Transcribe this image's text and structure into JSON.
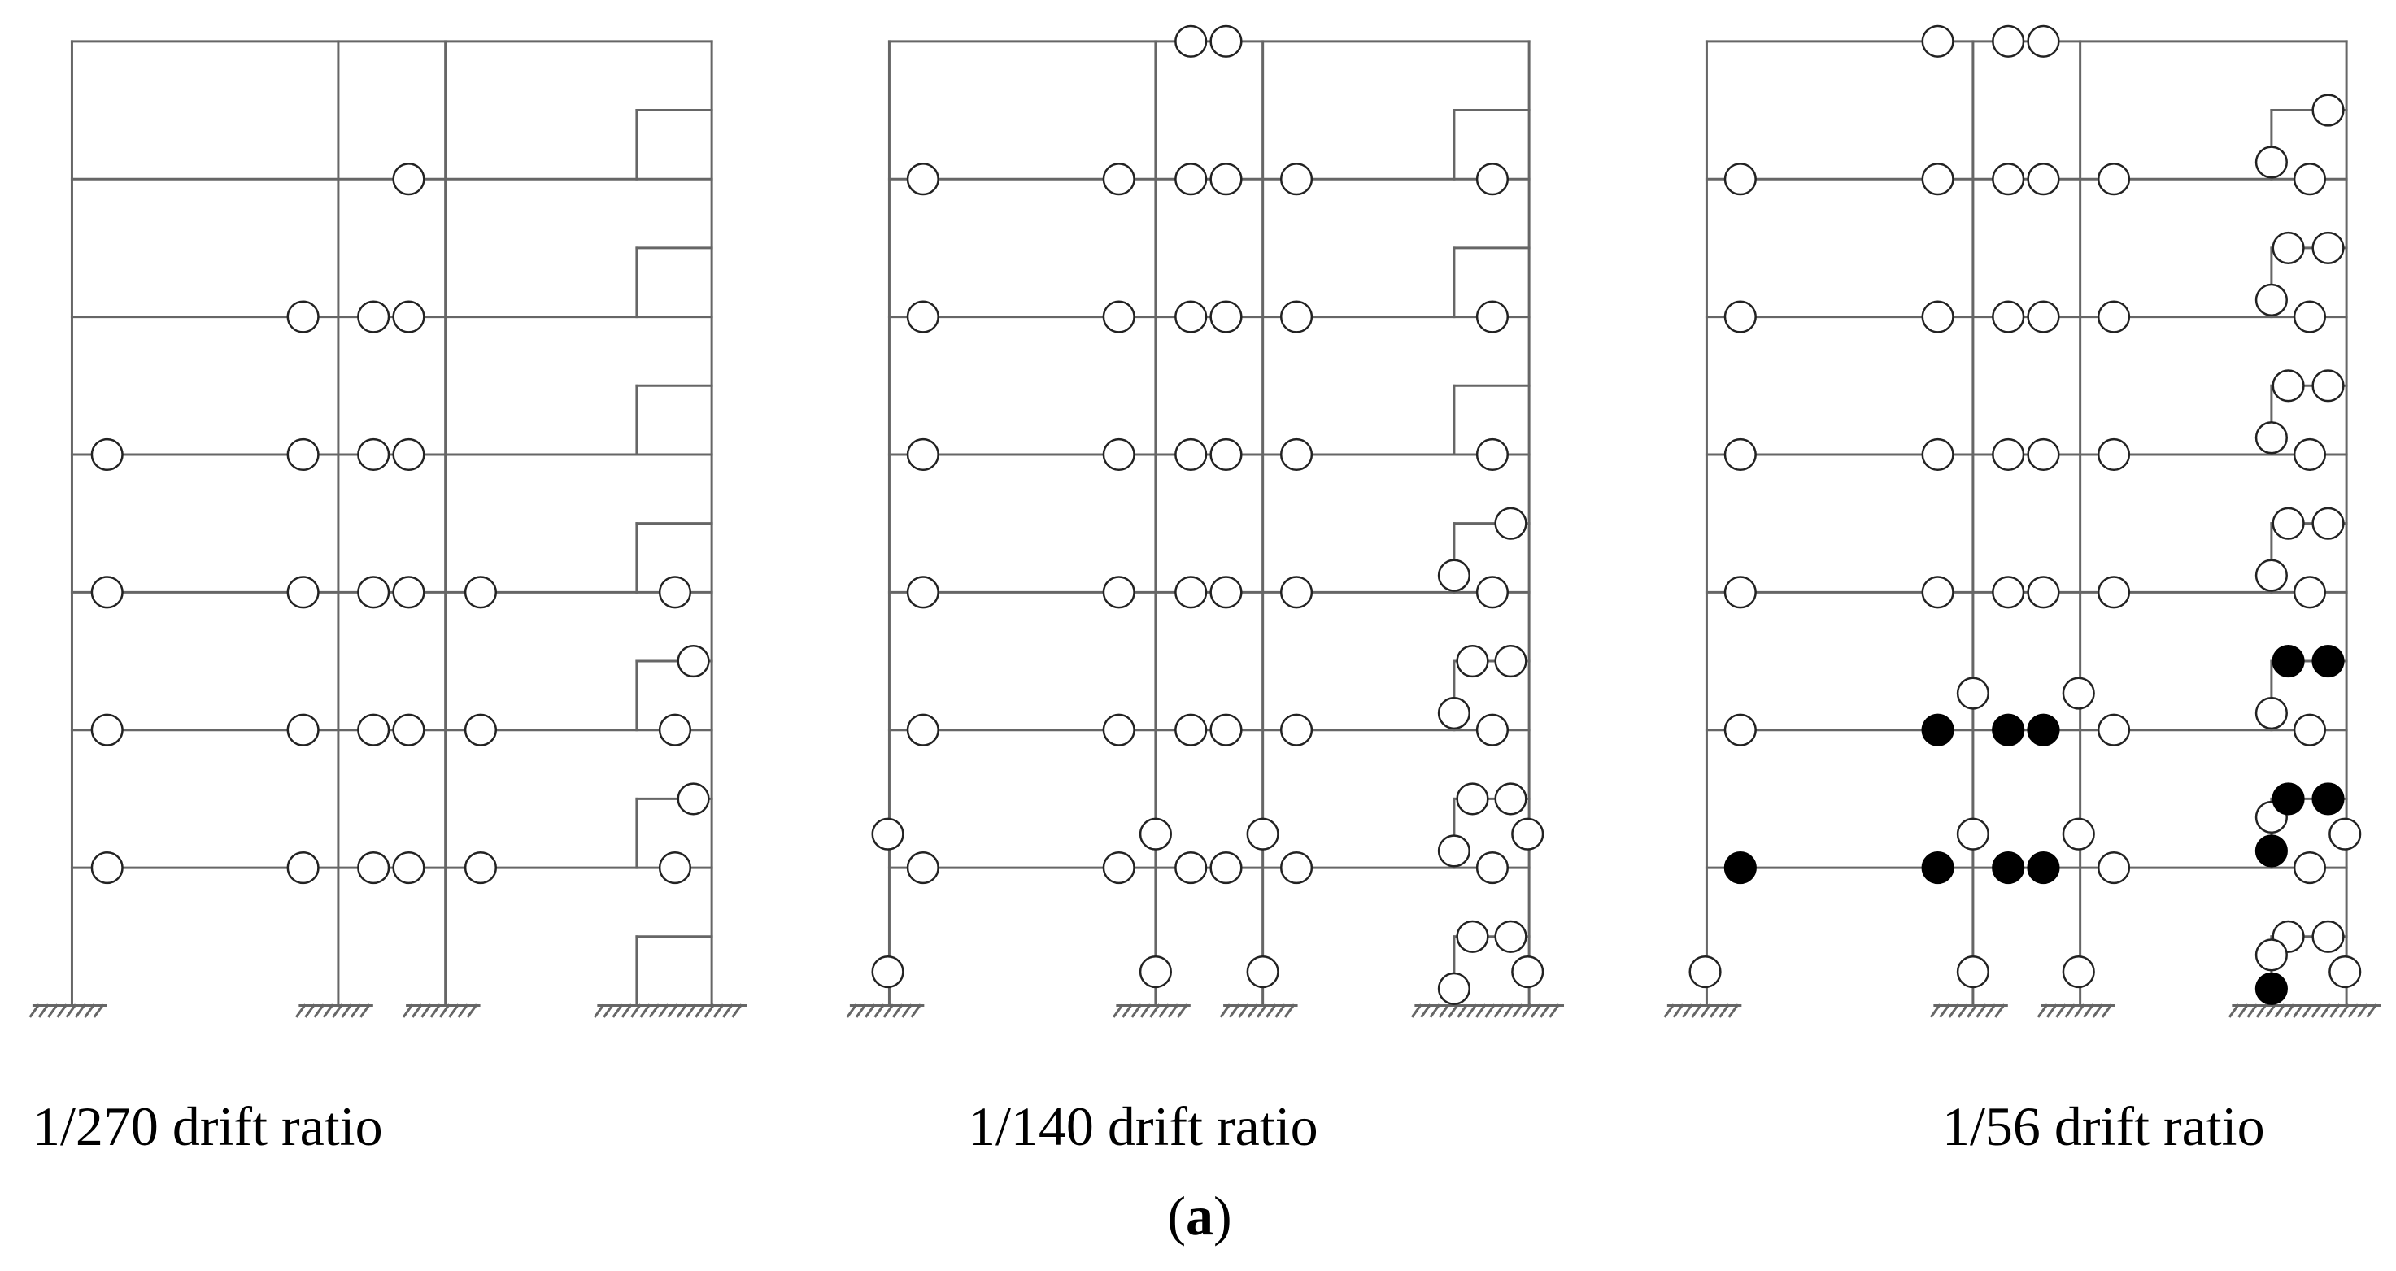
{
  "figure": {
    "panel_letter": "a",
    "line_color": "#666666",
    "hinge_open_fill": "#ffffff",
    "hinge_yield_fill": "#000000",
    "frames": [
      {
        "caption": "1/270 drift ratio",
        "hinges": [],
        "closed": []
      },
      {
        "caption": "1/140 drift ratio",
        "hinges": [],
        "closed": []
      },
      {
        "caption": "1/56 drift ratio",
        "hinges": [],
        "closed": []
      }
    ]
  }
}
